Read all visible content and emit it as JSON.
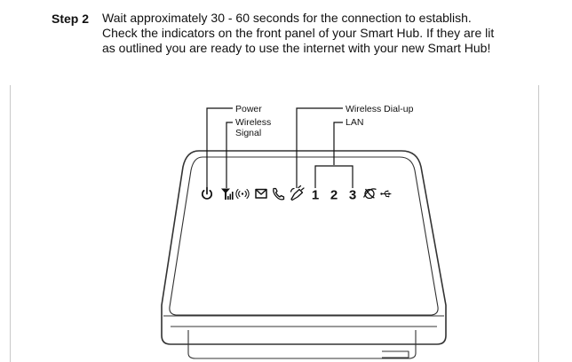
{
  "step": {
    "label": "Step 2",
    "lines": [
      "Wait approximately 30 - 60 seconds for the connection to establish.",
      "Check the indicators on the front panel of your Smart Hub. If they are lit",
      "as outlined you are ready to use the internet with your new Smart Hub!"
    ]
  },
  "callouts": {
    "power": "Power",
    "wireless_signal_line1": "Wireless",
    "wireless_signal_line2": "Signal",
    "wireless_dialup": "Wireless Dial-up",
    "lan": "LAN"
  },
  "indicators": [
    {
      "icon": "power-icon"
    },
    {
      "icon": "signal-bars-icon"
    },
    {
      "icon": "wifi-icon"
    },
    {
      "icon": "envelope-icon"
    },
    {
      "icon": "phone-icon"
    },
    {
      "icon": "wireless-dialup-icon"
    },
    {
      "label": "1"
    },
    {
      "label": "2"
    },
    {
      "label": "3"
    },
    {
      "icon": "globe-icon"
    },
    {
      "icon": "usb-icon"
    }
  ]
}
